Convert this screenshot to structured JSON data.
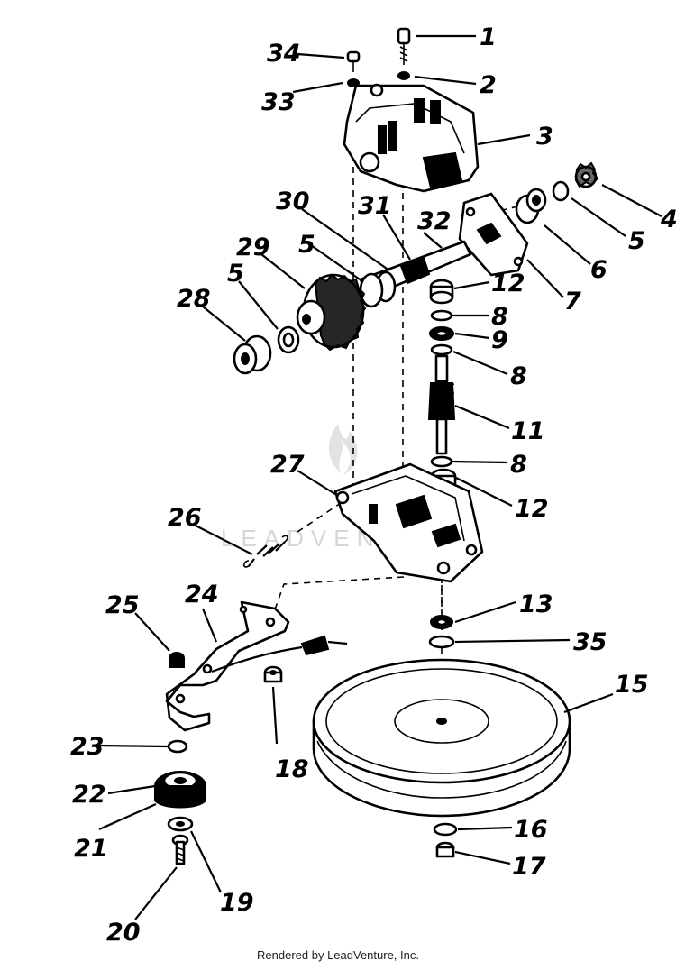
{
  "diagram": {
    "callouts": [
      "1",
      "2",
      "3",
      "4",
      "5",
      "5",
      "6",
      "7",
      "8",
      "8",
      "8",
      "9",
      "11",
      "12",
      "12",
      "13",
      "35",
      "15",
      "16",
      "17",
      "18",
      "19",
      "20",
      "21",
      "22",
      "23",
      "24",
      "25",
      "26",
      "27",
      "28",
      "5",
      "29",
      "30",
      "31",
      "32",
      "33",
      "34",
      "5"
    ],
    "watermark": "LEADVENTURE",
    "footer": "Rendered by LeadVenture, Inc."
  }
}
